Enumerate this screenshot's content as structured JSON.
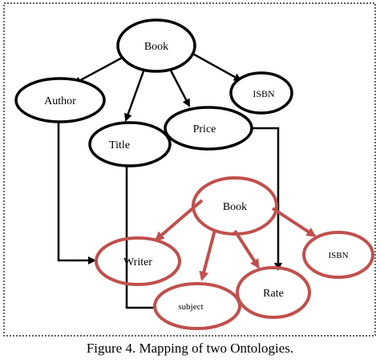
{
  "ontology_a": {
    "book": "Book",
    "author": "Author",
    "title": "Title",
    "price": "Price",
    "isbn": "ISBN"
  },
  "ontology_b": {
    "book": "Book",
    "writer": "Writer",
    "subject": "subject",
    "rate": "Rate",
    "isbn": "ISBN"
  },
  "caption": "Figure 4. Mapping of two Ontologies.",
  "colors": {
    "ontology_a": "#000000",
    "ontology_b": "#c0504d",
    "frame": "#000000"
  }
}
